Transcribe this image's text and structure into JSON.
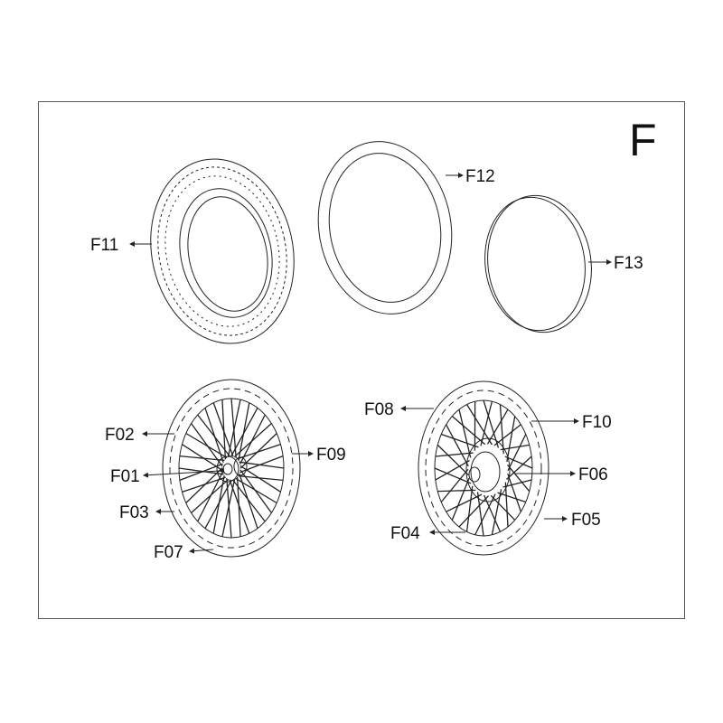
{
  "section_letter": "F",
  "parts": {
    "F01": "F01",
    "F02": "F02",
    "F03": "F03",
    "F04": "F04",
    "F05": "F05",
    "F06": "F06",
    "F07": "F07",
    "F08": "F08",
    "F09": "F09",
    "F10": "F10",
    "F11": "F11",
    "F12": "F12",
    "F13": "F13"
  },
  "colors": {
    "line": "#222222",
    "frame": "#555555",
    "background": "#ffffff"
  }
}
